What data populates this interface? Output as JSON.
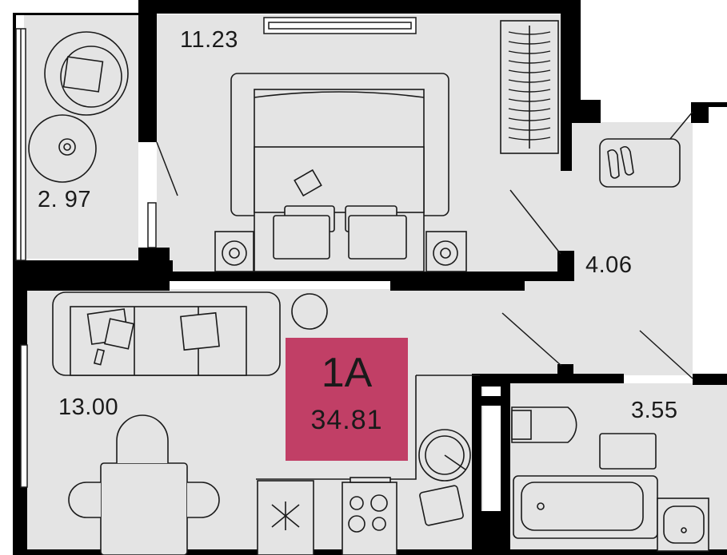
{
  "apartment": {
    "type": "1A",
    "total_area": "34.81",
    "badge_color": "#c13f66"
  },
  "rooms": [
    {
      "id": "bedroom",
      "area": "11.23"
    },
    {
      "id": "balcony",
      "area": "2. 97"
    },
    {
      "id": "hallway",
      "area": "4.06"
    },
    {
      "id": "living-kitchen",
      "area": "13.00"
    },
    {
      "id": "bathroom",
      "area": "3.55"
    }
  ],
  "colors": {
    "floor": "#e4e4e4",
    "wall": "#000000",
    "line": "#1a1a1a"
  }
}
